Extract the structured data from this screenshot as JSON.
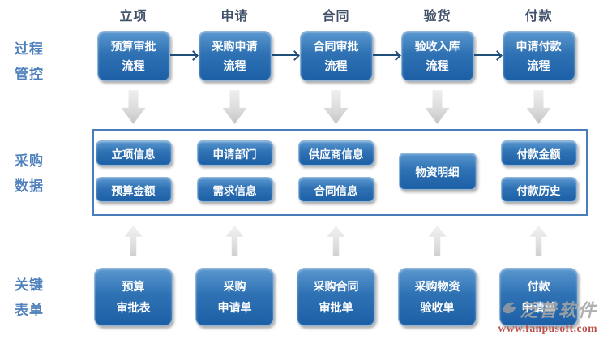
{
  "row_labels": {
    "process": "过程\n管控",
    "data": "采购\n数据",
    "forms": "关键\n表单"
  },
  "columns": [
    {
      "header": "立项",
      "process": "预算审批\n流程",
      "data_items": [
        "立项信息",
        "预算金额"
      ],
      "form": "预算\n审批表"
    },
    {
      "header": "申请",
      "process": "采购申请\n流程",
      "data_items": [
        "申请部门",
        "需求信息"
      ],
      "form": "采购\n申请单"
    },
    {
      "header": "合同",
      "process": "合同审批\n流程",
      "data_items": [
        "供应商信息",
        "合同信息"
      ],
      "form": "采购合同\n审批单"
    },
    {
      "header": "验货",
      "process": "验收入库\n流程",
      "data_items": [
        "物资明细"
      ],
      "form": "采购物资\n验收单"
    },
    {
      "header": "付款",
      "process": "申请付款\n流程",
      "data_items": [
        "付款金额",
        "付款历史"
      ],
      "form": "付款\n申请单"
    }
  ],
  "watermark": {
    "logo_text": "泛普软件",
    "url": "www.fanpusoft.com"
  },
  "colors": {
    "box_blue_dark": "#1d5fa5",
    "box_blue_light": "#5a97cf",
    "box_border": "#8fb5da",
    "frame_border": "#4a7ebb",
    "row_label_blue": "#4f81bd",
    "header_text": "#42526b",
    "flow_arrow_navy": "#1f4e79",
    "block_arrow_gray": "#dcdcdc",
    "watermark_gray": "#a6a6a6",
    "watermark_red": "#bf4f4a"
  }
}
